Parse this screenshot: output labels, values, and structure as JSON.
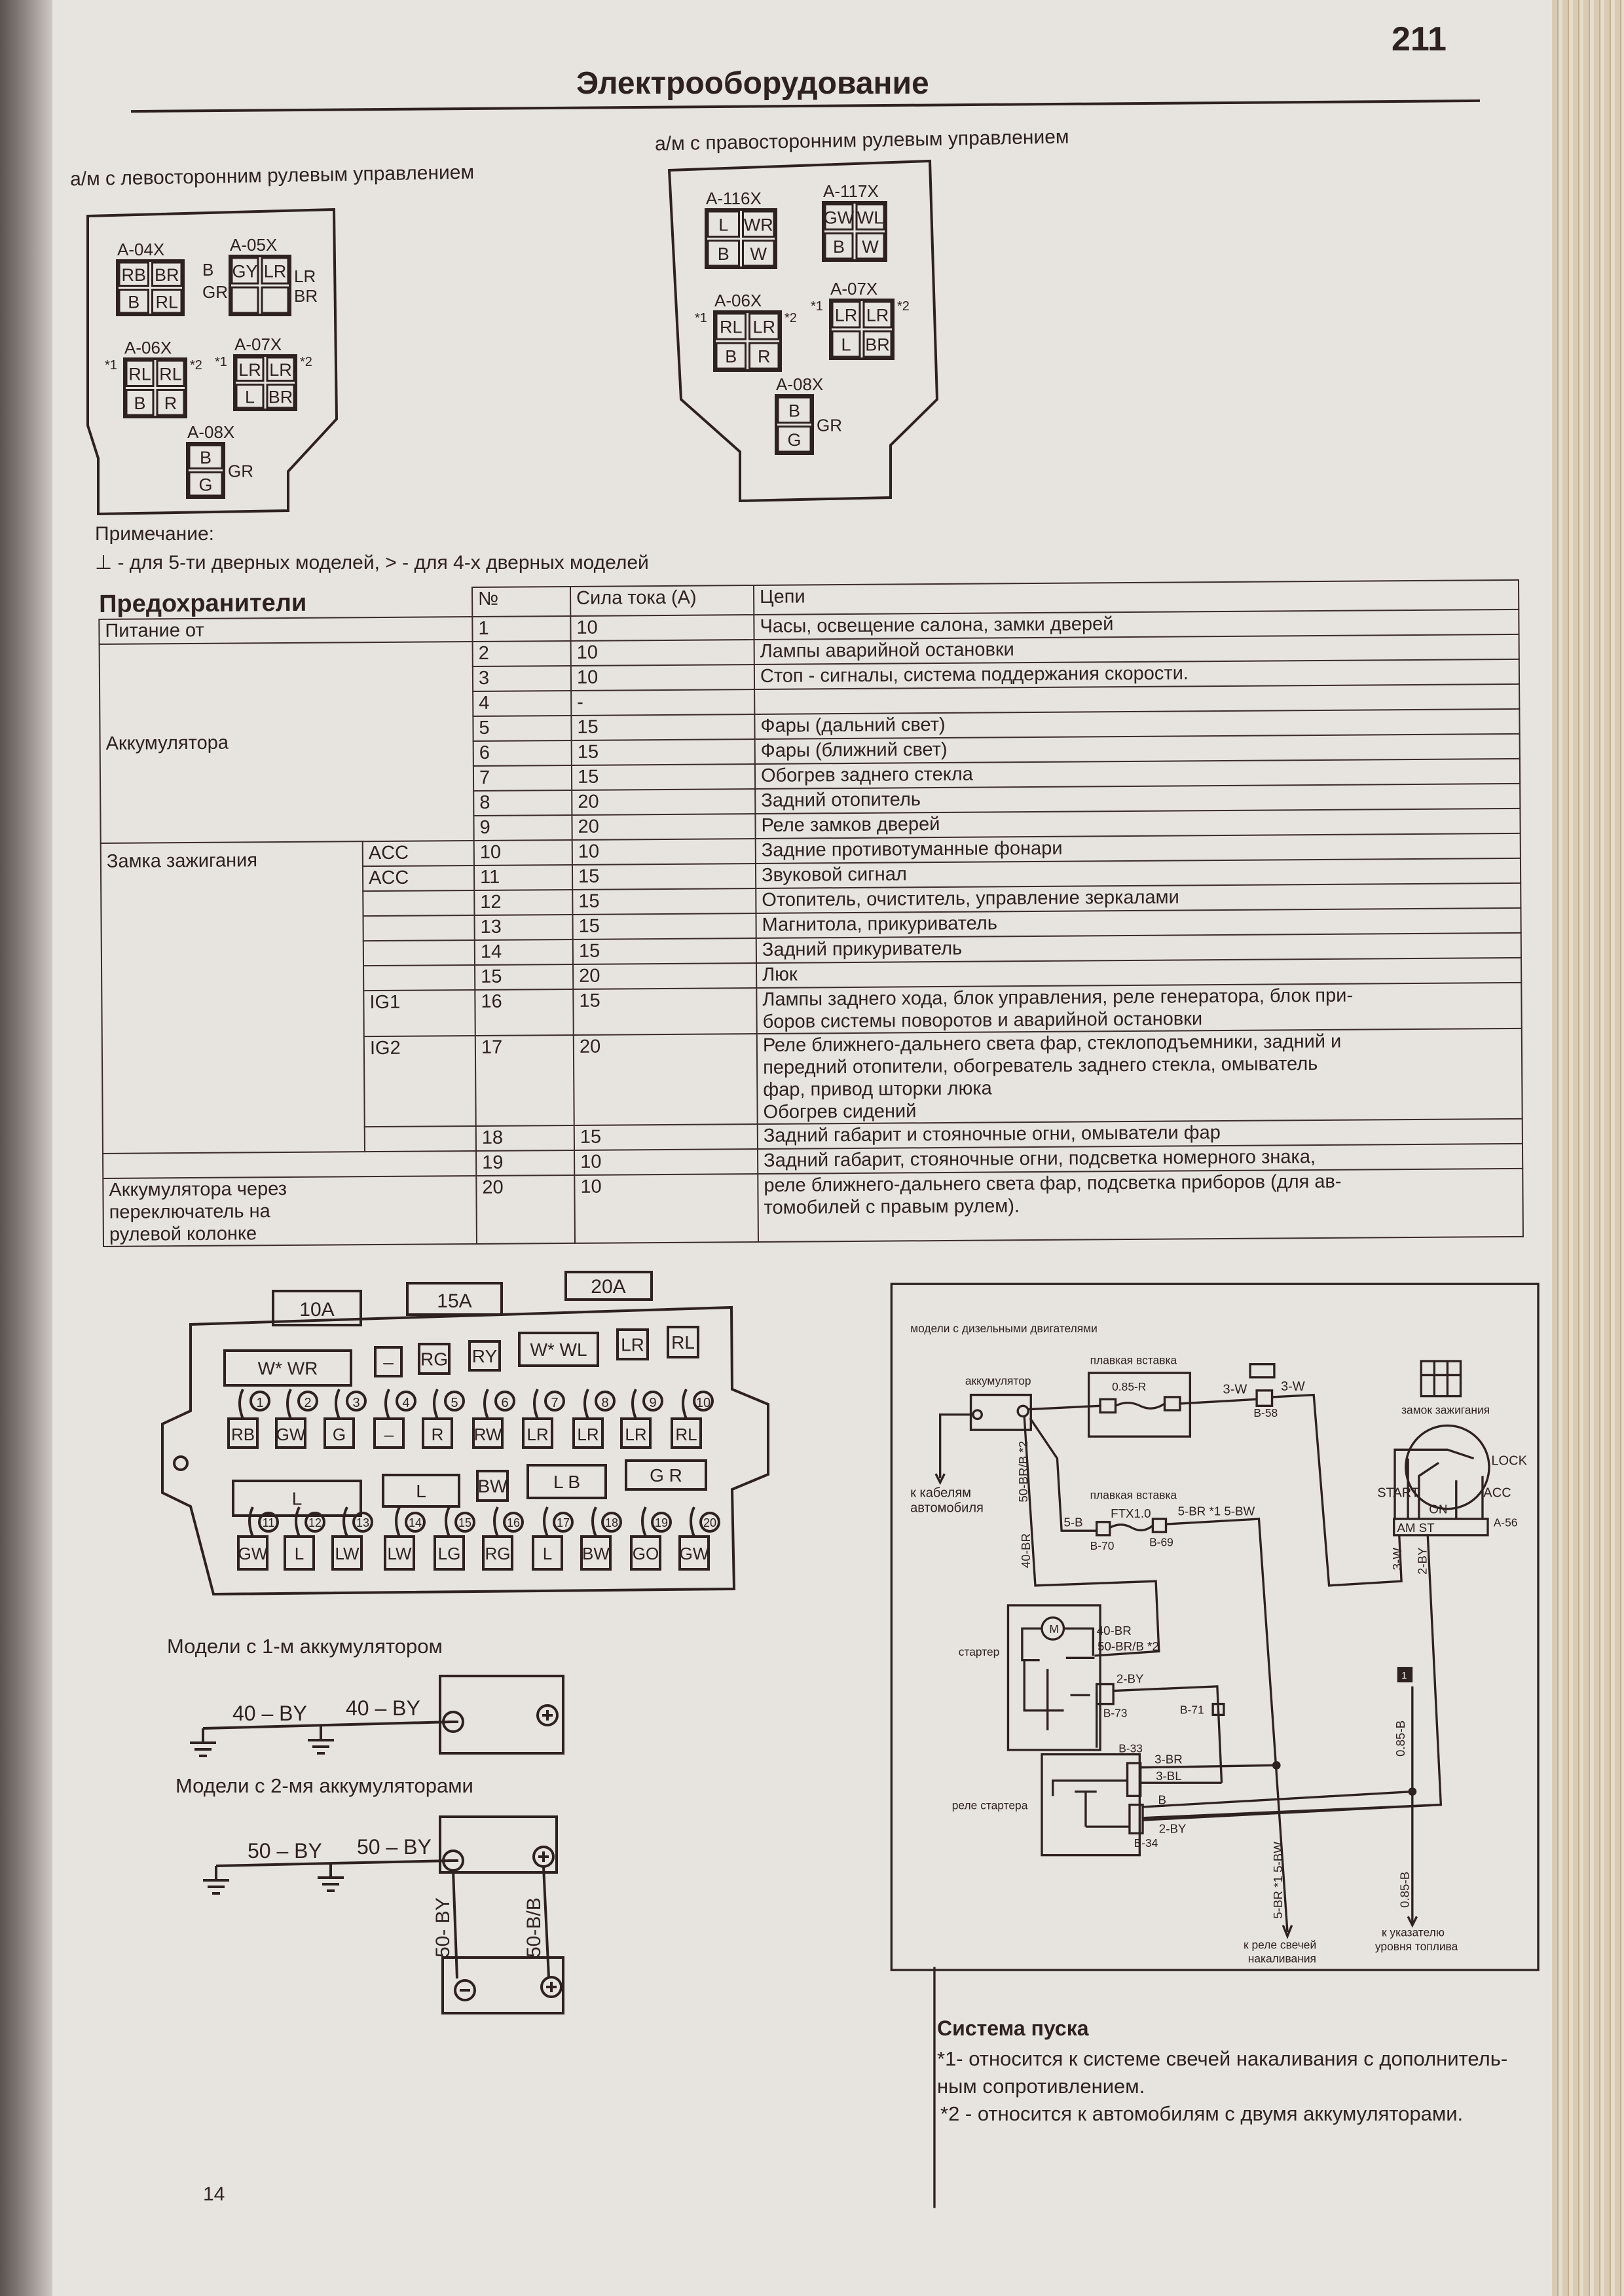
{
  "header": {
    "page_number": "211",
    "title": "Электрооборудование"
  },
  "connectors": {
    "left_caption": "а/м с левосторонним рулевым управлением",
    "right_caption": "а/м с правосторонним рулевым управлением",
    "left": [
      {
        "id": "A-04X",
        "pins": [
          "RB",
          "BR",
          "B",
          "RL"
        ]
      },
      {
        "id": "A-05X",
        "pins": [
          "GY",
          "LR",
          "",
          ""
        ],
        "side_left": [
          "B",
          "GR"
        ],
        "side_right": [
          "LR",
          "BR"
        ]
      },
      {
        "id": "A-06X",
        "pins": [
          "RL",
          "RL",
          "B",
          "R"
        ],
        "marks": [
          "*1",
          "*2"
        ]
      },
      {
        "id": "A-07X",
        "pins": [
          "LR",
          "LR",
          "L",
          "BR"
        ],
        "marks": [
          "*1",
          "*2"
        ]
      },
      {
        "id": "A-08X",
        "pins": [
          "B",
          "G"
        ],
        "side_right": [
          "GR"
        ]
      }
    ],
    "right": [
      {
        "id": "A-116X",
        "pins": [
          "L",
          "WR",
          "B",
          "W"
        ]
      },
      {
        "id": "A-117X",
        "pins": [
          "GW",
          "WL",
          "B",
          "W"
        ]
      },
      {
        "id": "A-06X",
        "pins": [
          "RL",
          "LR",
          "B",
          "R"
        ],
        "marks": [
          "*1",
          "*2"
        ]
      },
      {
        "id": "A-07X",
        "pins": [
          "LR",
          "LR",
          "L",
          "BR"
        ],
        "marks": [
          "*1",
          "*2"
        ]
      },
      {
        "id": "A-08X",
        "pins": [
          "B",
          "G"
        ],
        "side_right": [
          "GR"
        ]
      }
    ],
    "note_title": "Примечание:",
    "note_text": "⊥ - для 5-ти дверных моделей,  > - для 4-х дверных моделей"
  },
  "fuse_table": {
    "title": "Предохранители",
    "headers": {
      "source": "Питание от",
      "no": "№",
      "amps": "Сила тока (А)",
      "circuits": "Цепи"
    },
    "sources": {
      "battery": "Аккумулятора",
      "ignition": "Замка зажигания",
      "steering": [
        "Аккумулятора через",
        "переключатель на",
        "рулевой колонке"
      ]
    },
    "rows": [
      {
        "no": "1",
        "sub": "",
        "amps": "10",
        "circuit": [
          "Часы, освещение салона, замки дверей"
        ]
      },
      {
        "no": "2",
        "sub": "",
        "amps": "10",
        "circuit": [
          "Лампы аварийной остановки"
        ]
      },
      {
        "no": "3",
        "sub": "",
        "amps": "10",
        "circuit": [
          "Стоп - сигналы, система поддержания скорости."
        ]
      },
      {
        "no": "4",
        "sub": "",
        "amps": "-",
        "circuit": [
          ""
        ]
      },
      {
        "no": "5",
        "sub": "",
        "amps": "15",
        "circuit": [
          "Фары (дальний свет)"
        ]
      },
      {
        "no": "6",
        "sub": "",
        "amps": "15",
        "circuit": [
          "Фары (ближний свет)"
        ]
      },
      {
        "no": "7",
        "sub": "",
        "amps": "15",
        "circuit": [
          "Обогрев заднего стекла"
        ]
      },
      {
        "no": "8",
        "sub": "",
        "amps": "20",
        "circuit": [
          "Задний отопитель"
        ]
      },
      {
        "no": "9",
        "sub": "",
        "amps": "20",
        "circuit": [
          "Реле замков дверей"
        ]
      },
      {
        "no": "10",
        "sub": "ACC",
        "amps": "10",
        "circuit": [
          "Задние противотуманные фонари"
        ]
      },
      {
        "no": "11",
        "sub": "ACC",
        "amps": "15",
        "circuit": [
          "Звуковой сигнал"
        ]
      },
      {
        "no": "12",
        "sub": "",
        "amps": "15",
        "circuit": [
          "Отопитель, очиститель, управление зеркалами"
        ]
      },
      {
        "no": "13",
        "sub": "",
        "amps": "15",
        "circuit": [
          "Магнитола, прикуриватель"
        ]
      },
      {
        "no": "14",
        "sub": "",
        "amps": "15",
        "circuit": [
          "Задний прикуриватель"
        ]
      },
      {
        "no": "15",
        "sub": "",
        "amps": "20",
        "circuit": [
          "Люк"
        ]
      },
      {
        "no": "16",
        "sub": "IG1",
        "amps": "15",
        "circuit": [
          "Лампы заднего хода, блок управления, реле генератора, блок при-",
          "боров системы поворотов и аварийной остановки"
        ]
      },
      {
        "no": "17",
        "sub": "IG2",
        "amps": "20",
        "circuit": [
          "Реле ближнего-дальнего света фар, стеклоподъемники, задний и",
          "передний отопители, обогреватель заднего стекла, омыватель",
          "фар, привод шторки люка",
          "Обогрев сидений"
        ]
      },
      {
        "no": "18",
        "sub": "",
        "amps": "15",
        "circuit": [
          "Задний габарит и стояночные огни, омыватели фар"
        ]
      },
      {
        "no": "19",
        "sub": "",
        "amps": "10",
        "circuit": [
          "Задний габарит, стояночные огни, подсветка номерного знака,"
        ]
      },
      {
        "no": "20",
        "sub": "",
        "amps": "10",
        "circuit": [
          "реле ближнего-дальнего света фар, подсветка приборов (для ав-",
          "томобилей с правым рулем)."
        ]
      }
    ]
  },
  "fuse_box": {
    "ratings": [
      "10A",
      "15A",
      "20A"
    ],
    "top_groups": [
      "W* WR",
      "–",
      "RG",
      "RY",
      "W* WL",
      "LR",
      "RL"
    ],
    "top_wires": [
      "RB",
      "GW",
      "G",
      "–",
      "R",
      "RW",
      "LR",
      "LR",
      "LR",
      "RL"
    ],
    "bottom_groups": [
      "L",
      "L",
      "BW",
      "L B",
      "G R"
    ],
    "bottom_wires": [
      "GW",
      "L",
      "LW",
      "LW",
      "LG",
      "RG",
      "L",
      "BW",
      "GO",
      "GW"
    ],
    "numbers": [
      "1",
      "2",
      "3",
      "4",
      "5",
      "6",
      "7",
      "8",
      "9",
      "10",
      "11",
      "12",
      "13",
      "14",
      "15",
      "16",
      "17",
      "18",
      "19",
      "20"
    ]
  },
  "battery_models": {
    "one_title": "Модели с 1-м аккумулятором",
    "one_labels": [
      "40 – BY",
      "40 – BY"
    ],
    "two_title": "Модели с 2-мя аккумуляторами",
    "two_labels": [
      "50 – BY",
      "50 – BY",
      "50- BY",
      "50-B/B"
    ]
  },
  "wiring": {
    "subtitle": "модели с дизельными двигателями",
    "battery": "аккумулятор",
    "fusible_link": "плавкая вставка",
    "fusible_link_1": "0.85-R",
    "fusible_link_2": "FTX1.0",
    "to_cables": [
      "к кабелям",
      "автомобиля"
    ],
    "wire_3w": "3-W",
    "b58": "B-58",
    "ign_switch": "замок зажигания",
    "lock": "LOCK",
    "start": "START",
    "acc": "ACC",
    "on": "ON",
    "am_st": "AM  ST",
    "a56": "A-56",
    "w_50brb": "50-BR/B *2",
    "w_40br": "40-BR",
    "w_5b": "5-B",
    "w_5br_bw": "5-BR *1  5-BW",
    "b70": "B-70",
    "b69": "B-69",
    "starter": "стартер",
    "m": "M",
    "st_40br": "40-BR",
    "st_50brb": "50-BR/B *2",
    "w_2by": "2-BY",
    "b73": "B-73",
    "b71": "B-71",
    "relay": "реле стартера",
    "b33": "B-33",
    "b34": "B-34",
    "w_3br": "3-BR",
    "w_3bl": "3-BL",
    "w_b": "B",
    "marker": "1",
    "w_085b": "0.85-B",
    "to_glow": [
      "к реле свечей",
      "накаливания"
    ],
    "to_fuel": [
      "к указателю",
      "уровня топлива"
    ]
  },
  "caption": {
    "title": "Система пуска",
    "note1": "*1- относится к системе свечей накаливания с дополнитель-",
    "note1b": "ным сопротивлением.",
    "note2": "*2 - относится к автомобилям с двумя аккумуляторами."
  },
  "footer": {
    "book_page": "14"
  }
}
